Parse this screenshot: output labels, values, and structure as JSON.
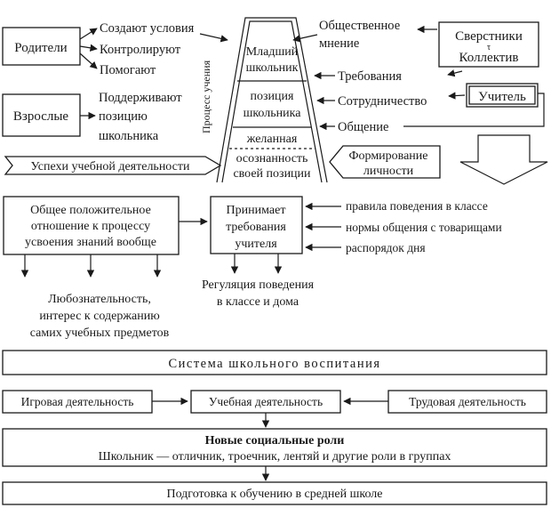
{
  "parents": {
    "label": "Родители",
    "items": [
      "Создают условия",
      "Контролируют",
      "Помогают"
    ]
  },
  "adults": {
    "label": "Взрослые",
    "support": [
      "Поддерживают",
      "позицию",
      "школьника"
    ]
  },
  "process_label": "Процесс учения",
  "tower": {
    "level1": [
      "Младший",
      "школьник"
    ],
    "level2": [
      "позиция",
      "школьника"
    ],
    "level3": "желанная",
    "level4": [
      "осознанность",
      "своей позиции"
    ]
  },
  "right_labels": {
    "public_opinion": [
      "Общественное",
      "мнение"
    ],
    "requirements": "Требования",
    "cooperation": "Сотрудничество",
    "communication": "Общение"
  },
  "peers": {
    "line1": "Сверстники",
    "line2": "Коллектив",
    "tau": "τ"
  },
  "teacher": "Учитель",
  "success_label": "Успехи учебной деятельности",
  "personality_label": [
    "Формирование",
    "личности"
  ],
  "attitude": [
    "Общее положительное",
    "отношение к процессу",
    "усвоения знаний вообще"
  ],
  "accepts": [
    "Принимает",
    "требования",
    "учителя"
  ],
  "rules": [
    "правила поведения в классе",
    "нормы общения с товарищами",
    "распорядок дня"
  ],
  "curiosity": [
    "Любознательность,",
    "интерес к содержанию",
    "самих учебных предметов"
  ],
  "regulation": [
    "Регуляция поведения",
    "в классе и дома"
  ],
  "system_title": "Система школьного воспитания",
  "activities": {
    "game": "Игровая деятельность",
    "study": "Учебная деятельность",
    "labor": "Трудовая деятельность"
  },
  "roles": {
    "title": "Новые социальные роли",
    "text": "Школьник — отличник, троечник, лентяй и другие роли в группах"
  },
  "preparation": "Подготовка к обучению в средней школе"
}
